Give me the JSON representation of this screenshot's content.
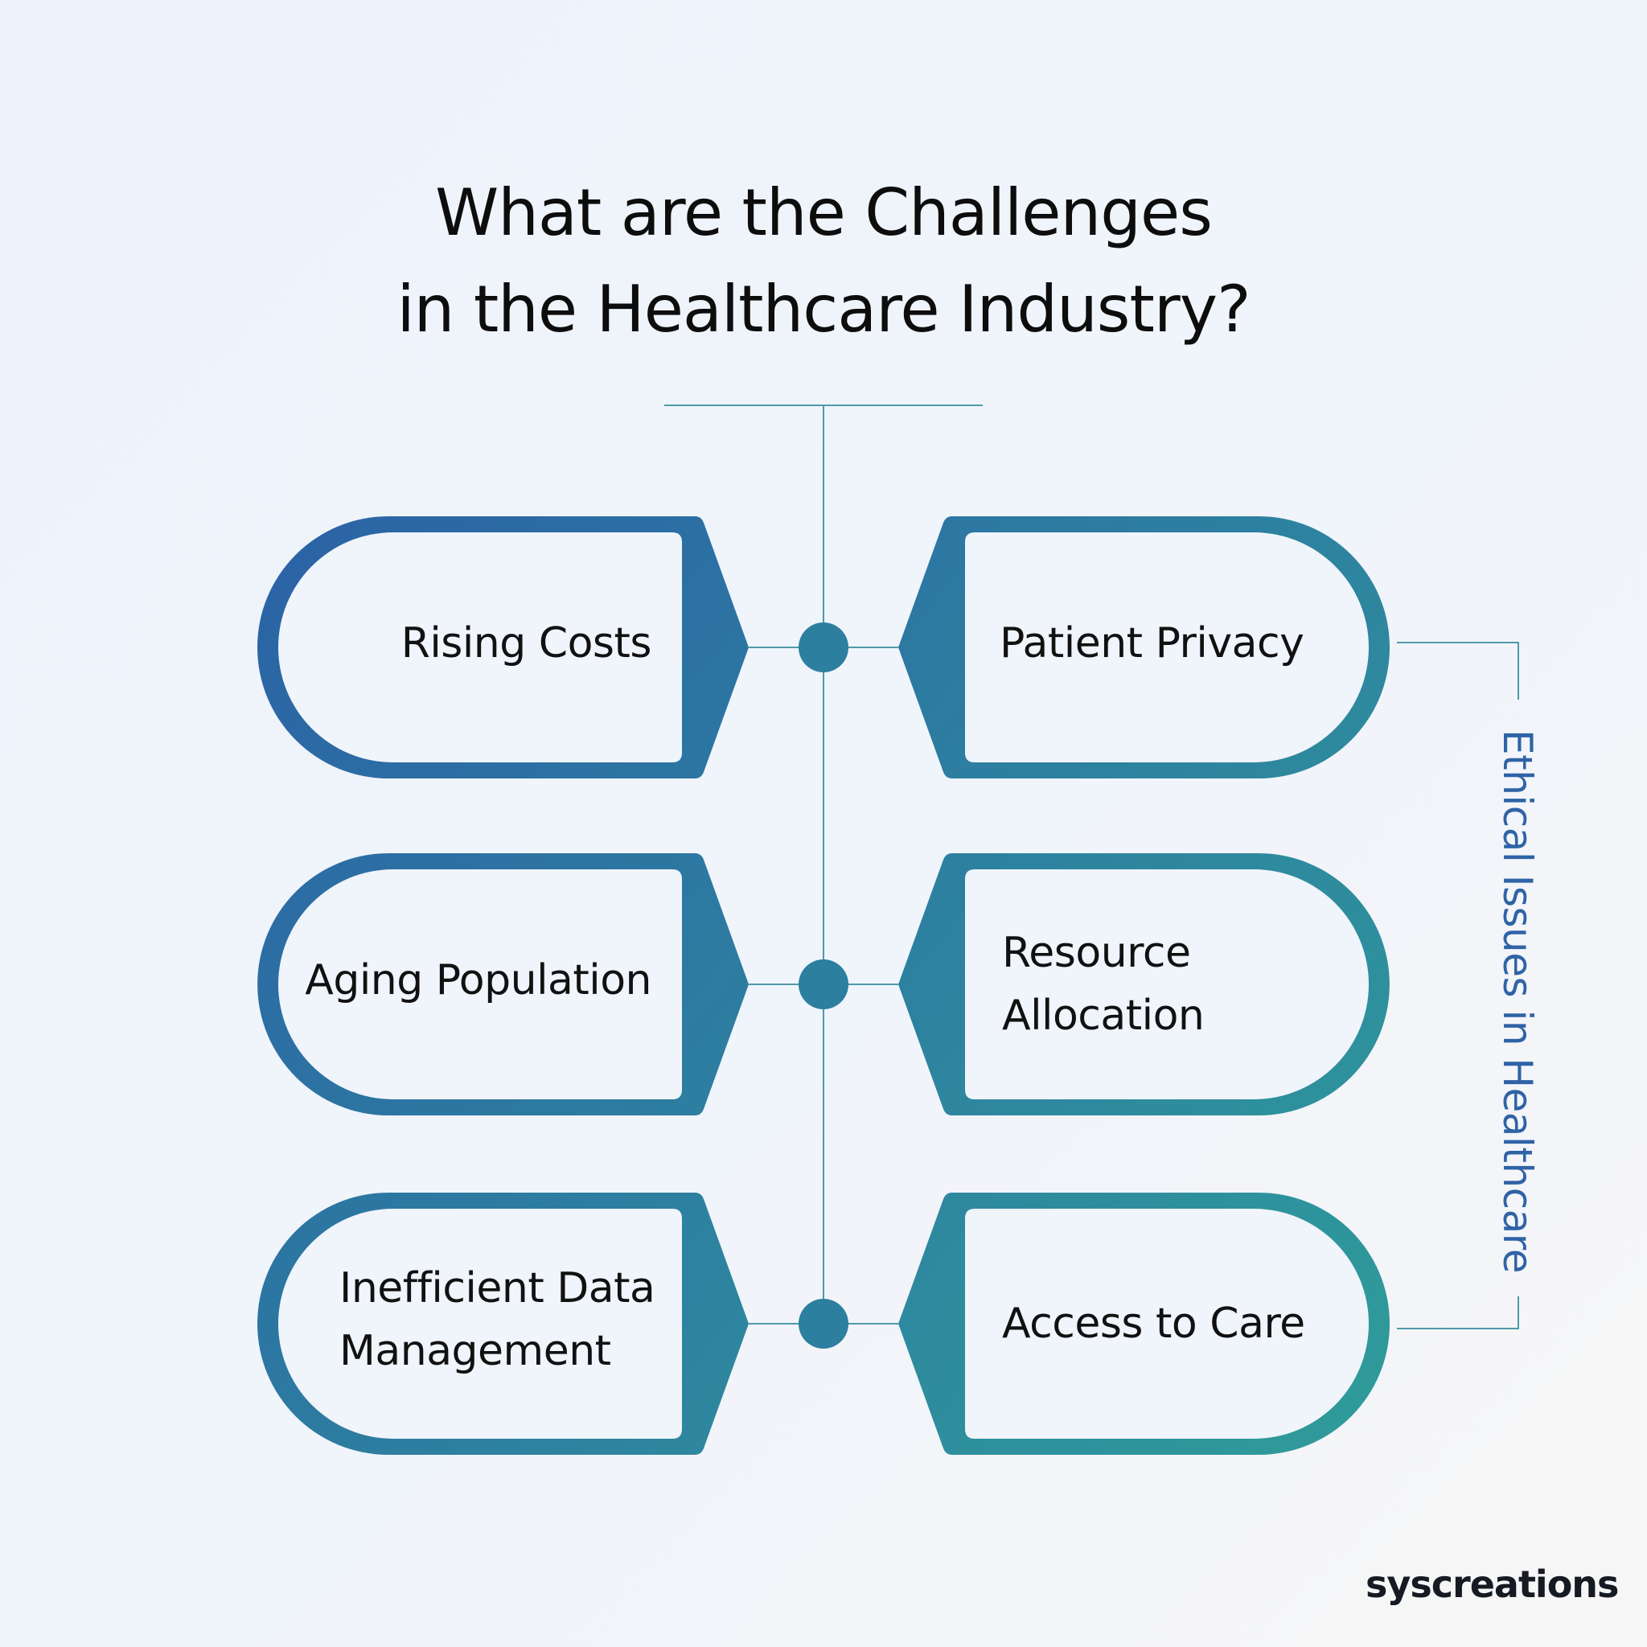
{
  "title": {
    "line1": "What are the Challenges",
    "line2": "in the Healthcare Industry?"
  },
  "left_items": [
    {
      "lines": [
        "Rising Costs"
      ]
    },
    {
      "lines": [
        "Aging Population"
      ]
    },
    {
      "lines": [
        "Inefficient Data",
        "Management"
      ]
    }
  ],
  "right_items": [
    {
      "lines": [
        "Patient Privacy"
      ]
    },
    {
      "lines": [
        "Resource",
        "Allocation"
      ]
    },
    {
      "lines": [
        "Access to Care"
      ]
    }
  ],
  "side_label": "Ethical Issues in Healthcare",
  "logo": "syscreations",
  "colors": {
    "gradient_start": "#2b62a6",
    "gradient_end": "#2f9c9a",
    "connector": "#4f9aa8",
    "side_label": "#2f63a6"
  }
}
